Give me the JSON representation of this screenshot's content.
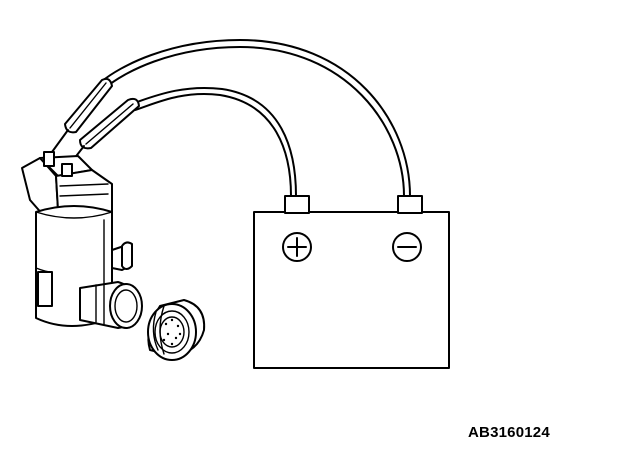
{
  "figure": {
    "code": "AB3160124",
    "components": {
      "battery": {
        "positive_terminal_icon": "plus-in-circle",
        "negative_terminal_icon": "minus-in-circle"
      },
      "pump": {
        "icon": "washer-motor"
      },
      "cap": {
        "icon": "grommet"
      }
    },
    "colors": {
      "ink": "#000000",
      "background": "#ffffff"
    }
  }
}
